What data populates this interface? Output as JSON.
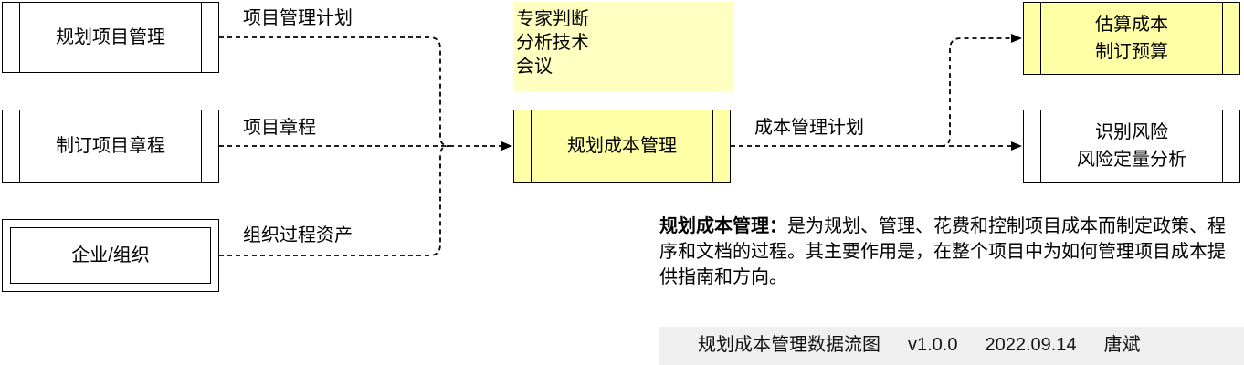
{
  "inputs": [
    {
      "label": "规划项目管理"
    },
    {
      "label": "制订项目章程"
    },
    {
      "label": "企业/组织"
    }
  ],
  "edge_labels": {
    "plan": "项目管理计划",
    "charter": "项目章程",
    "assets": "组织过程资产",
    "output": "成本管理计划"
  },
  "tools": [
    "专家判断",
    "分析技术",
    "会议"
  ],
  "process": {
    "label": "规划成本管理"
  },
  "outputs": [
    {
      "label": "估算成本\n制订预算"
    },
    {
      "label": "识别风险\n风险定量分析"
    }
  ],
  "description": {
    "term": "规划成本管理：",
    "text": "是为规划、管理、花费和控制项目成本而制定政策、程序和文档的过程。其主要作用是，在整个项目中为如何管理项目成本提供指南和方向。"
  },
  "footer": {
    "title": "规划成本管理数据流图",
    "version": "v1.0.0",
    "date": "2022.09.14",
    "author": "唐斌"
  }
}
